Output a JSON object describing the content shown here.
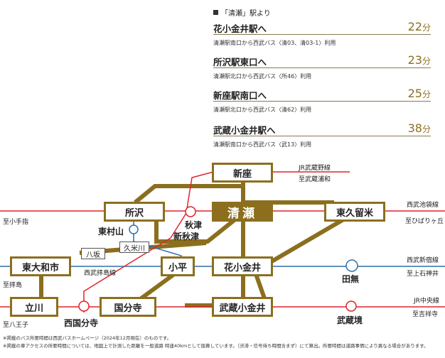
{
  "heading": "「清瀬」駅より",
  "routes": [
    {
      "name": "花小金井駅へ",
      "time": "22",
      "unit": "分",
      "detail": "清瀬駅南口から西武バス〈清03、清03-1〉利用"
    },
    {
      "name": "所沢駅東口へ",
      "time": "23",
      "unit": "分",
      "detail": "清瀬駅北口から西武バス〈所46〉利用"
    },
    {
      "name": "新座駅南口へ",
      "time": "25",
      "unit": "分",
      "detail": "清瀬駅北口から西武バス〈清62〉利用"
    },
    {
      "name": "武蔵小金井駅へ",
      "time": "38",
      "unit": "分",
      "detail": "清瀬駅南口から西武バス〈武13〉利用"
    }
  ],
  "stations": {
    "niiza": "新座",
    "kiyose": "清瀬",
    "tokorozawa": "所沢",
    "higashikurume": "東久留米",
    "higashimurayama": "東村山",
    "akitsu": "秋津",
    "shinakitsu": "新秋津",
    "yasaka": "八坂",
    "kumegawa": "久米川",
    "higashiyamatoshi": "東大和市",
    "kodaira": "小平",
    "hanakoganei": "花小金井",
    "tanashi": "田無",
    "tachikawa": "立川",
    "nishikokubunji": "西国分寺",
    "kokubunji": "国分寺",
    "musashikoganei": "武蔵小金井",
    "musashisakai": "武蔵境"
  },
  "line_labels": {
    "jr_musashino": "JR武蔵野線",
    "to_musashiurawa": "至武蔵浦和",
    "seibu_ikebukuro": "西武池袋線",
    "to_hibarigaoka": "至ひばりヶ丘",
    "to_kotesashi": "至小手指",
    "seibu_shinjuku": "西武新宿線",
    "to_kamishakujii": "至上石神井",
    "seibu_haijima": "西武拝島線",
    "to_haijima": "至拝島",
    "jr_chuo": "JR中央線",
    "to_kichijoji": "至吉祥寺",
    "to_hachioji": "至八王子"
  },
  "notes": [
    "※掲載のバス所要時間は西武バスホームページ（2024年12月現在）のものです。",
    "※掲載の車アクセスの所要時間については、地図上で計測した距離を一般道路 時速40kmとして換算しています。（渋滞・信号待ち時間含まず）にて算出。所要時間は道路事情により異なる場合があります。"
  ],
  "colors": {
    "gold": "#8B6F1E",
    "red": "#E2242A",
    "blue": "#2F6FA8"
  }
}
